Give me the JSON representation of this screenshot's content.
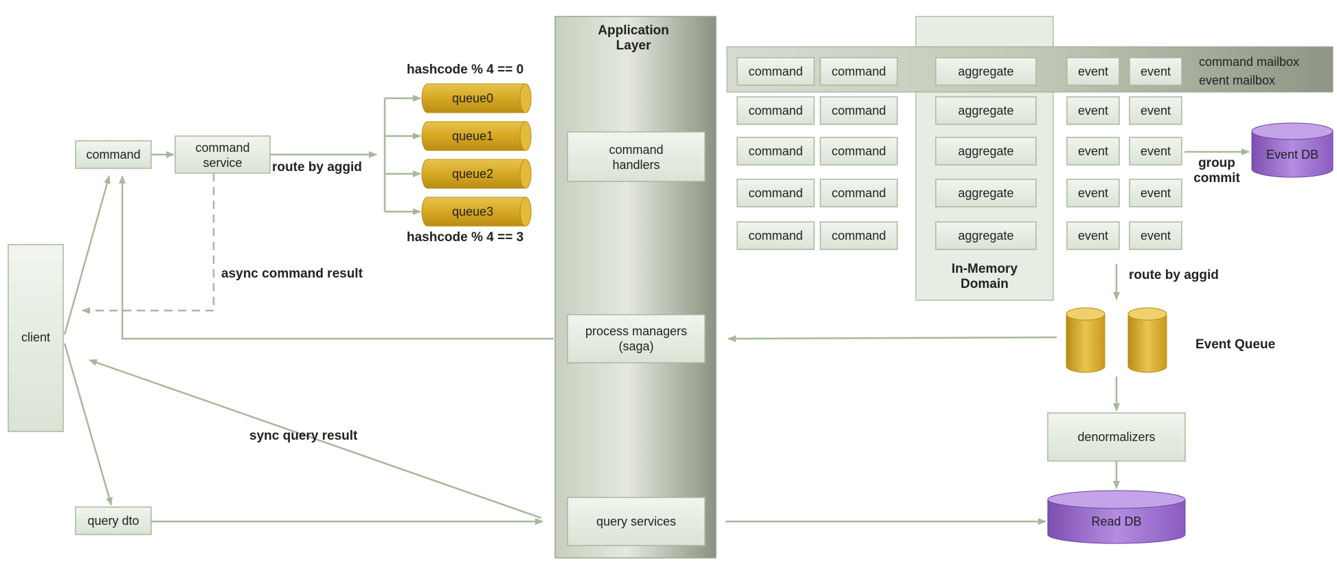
{
  "application_layer": {
    "title_line1": "Application",
    "title_line2": "Layer",
    "command_handlers_line1": "command",
    "command_handlers_line2": "handlers",
    "process_managers_line1": "process managers",
    "process_managers_line2": "(saga)",
    "query_services": "query services"
  },
  "client": {
    "label": "client"
  },
  "command": {
    "label": "command"
  },
  "command_service": {
    "line1": "command",
    "line2": "service"
  },
  "query_dto": {
    "label": "query dto"
  },
  "labels": {
    "route_by_aggid_left": "route by aggid",
    "async_result": "async command result",
    "sync_result": "sync query result",
    "hash_top": "hashcode % 4 == 0",
    "hash_bottom": "hashcode % 4 == 3",
    "route_by_aggid_right": "route by aggid",
    "group_commit_line1": "group",
    "group_commit_line2": "commit",
    "event_queue": "Event Queue",
    "command_mailbox": "command mailbox",
    "event_mailbox": "event mailbox"
  },
  "queues": [
    "queue0",
    "queue1",
    "queue2",
    "queue3"
  ],
  "domain": {
    "title_line1": "In-Memory",
    "title_line2": "Domain",
    "command_label": "command",
    "aggregate_label": "aggregate",
    "event_label": "event",
    "rows": 5
  },
  "event_db": {
    "label": "Event DB"
  },
  "denormalizers": {
    "label": "denormalizers"
  },
  "read_db": {
    "label": "Read DB"
  },
  "colors": {
    "box_fill": "#e6ede2",
    "box_stroke": "#a9b7a0",
    "arrow": "#a7b89c",
    "gold": "#d8ae2c",
    "purple": "#9a6cc8"
  }
}
